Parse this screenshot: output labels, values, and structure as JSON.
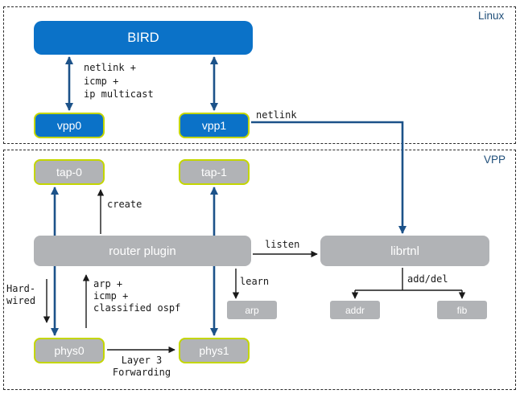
{
  "colors": {
    "intel_blue": "#0b72c8",
    "lime_green": "#c4d600",
    "gray": "#b1b3b6",
    "arrow_blue": "#1c5289",
    "region_label": "#1f4e79",
    "annotation_text": "#1a1a1a"
  },
  "regions": {
    "linux": {
      "label": "Linux"
    },
    "vpp": {
      "label": "VPP"
    }
  },
  "nodes": {
    "bird": {
      "label": "BIRD"
    },
    "vpp0": {
      "label": "vpp0"
    },
    "vpp1": {
      "label": "vpp1"
    },
    "tap0": {
      "label": "tap-0"
    },
    "tap1": {
      "label": "tap-1"
    },
    "router_plugin": {
      "label": "router plugin"
    },
    "librtnl": {
      "label": "librtnl"
    },
    "arp": {
      "label": "arp"
    },
    "addr": {
      "label": "addr"
    },
    "fib": {
      "label": "fib"
    },
    "phys0": {
      "label": "phys0"
    },
    "phys1": {
      "label": "phys1"
    }
  },
  "annotations": {
    "bird_vpp_protocols": "netlink +\nicmp +\nip multicast",
    "netlink": "netlink",
    "create": "create",
    "listen": "listen",
    "learn": "learn",
    "add_del": "add/del",
    "phys_protocols": "arp +\nicmp +\nclassified ospf",
    "hard_wired": "Hard-\nwired",
    "layer3_forwarding": "Layer 3\nForwarding"
  }
}
